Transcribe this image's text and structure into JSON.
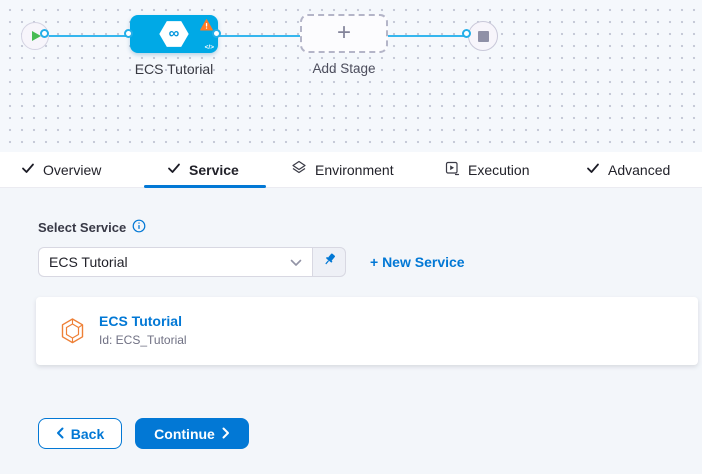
{
  "pipeline_canvas": {
    "stage_node": {
      "label": "ECS Tutorial",
      "infinity_glyph": "∞",
      "code_glyph": "</>"
    },
    "add_stage": {
      "label": "Add Stage",
      "plus_glyph": "+"
    }
  },
  "tabs": [
    {
      "label": "Overview"
    },
    {
      "label": "Service"
    },
    {
      "label": "Environment"
    },
    {
      "label": "Execution"
    },
    {
      "label": "Advanced"
    }
  ],
  "service_form": {
    "label": "Select Service",
    "selected_value": "ECS Tutorial",
    "new_service_link": "+ New Service"
  },
  "service_card": {
    "title": "ECS Tutorial",
    "id_text": "Id: ECS_Tutorial"
  },
  "footer": {
    "back_label": "Back",
    "continue_label": "Continue"
  },
  "colors": {
    "accent_blue": "#0278d5",
    "node_blue": "#00a9e6",
    "connector_blue": "#35b6ee",
    "warning_orange": "#ff7b26",
    "service_icon_orange": "#ee8037",
    "play_green": "#47bb53"
  }
}
